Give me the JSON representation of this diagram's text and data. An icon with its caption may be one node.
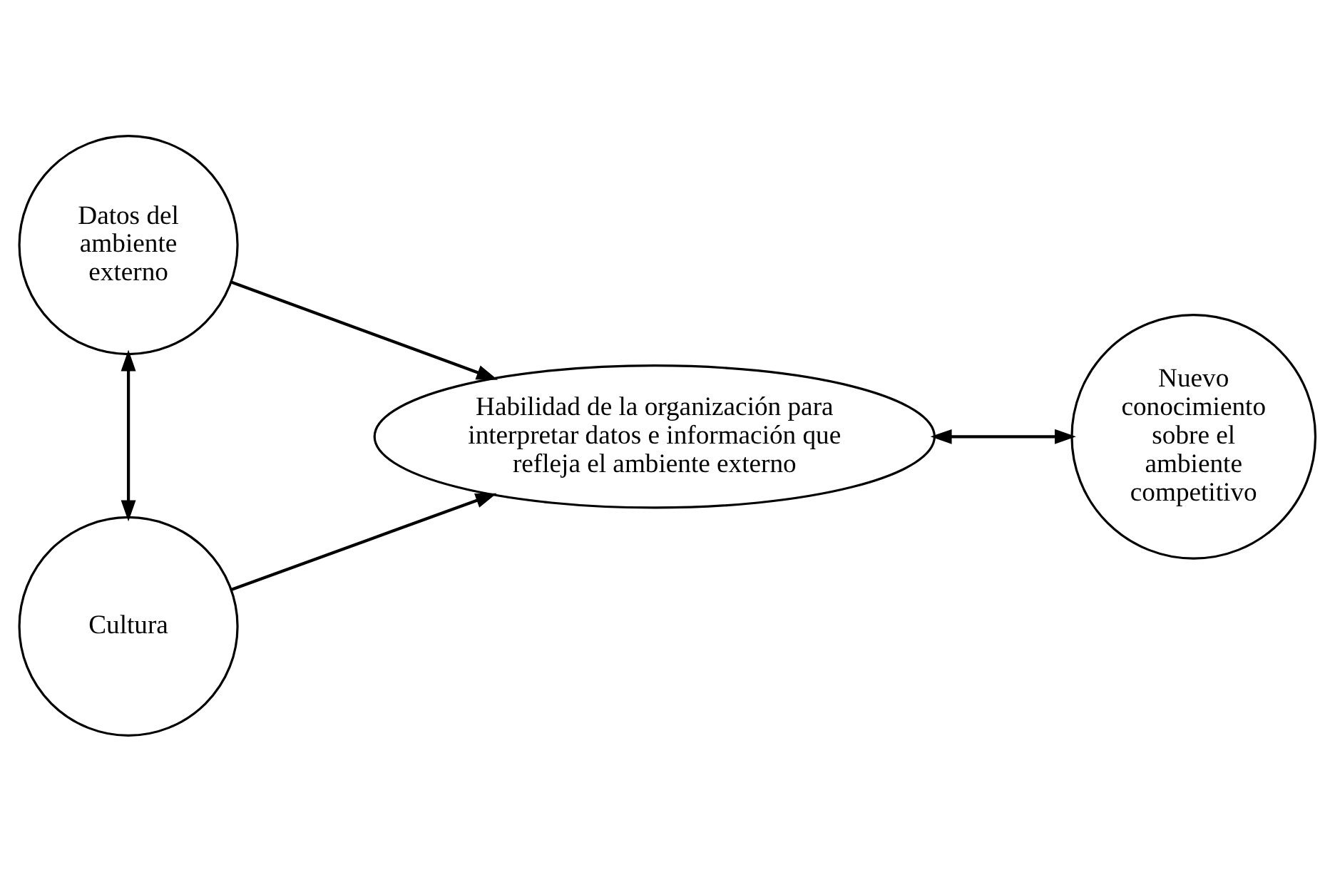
{
  "diagram": {
    "nodes": [
      {
        "text": [
          "Datos del ambiente externo"
        ]
      },
      {
        "text": [
          "Cultura"
        ]
      },
      {
        "text": [
          "Habilidad de la organización para interpretar datos e información que refleja el ambiente externo"
        ]
      },
      {
        "text": [
          "Nuevo conocimiento sobre el ambiente competitivo"
        ]
      }
    ],
    "edges": [
      {
        "from": 0,
        "to": 1,
        "arrow": "both"
      },
      {
        "from": 0,
        "to": 2,
        "arrow": "to"
      },
      {
        "from": 1,
        "to": 2,
        "arrow": "to"
      },
      {
        "from": 2,
        "to": 3,
        "arrow": "both"
      }
    ]
  }
}
